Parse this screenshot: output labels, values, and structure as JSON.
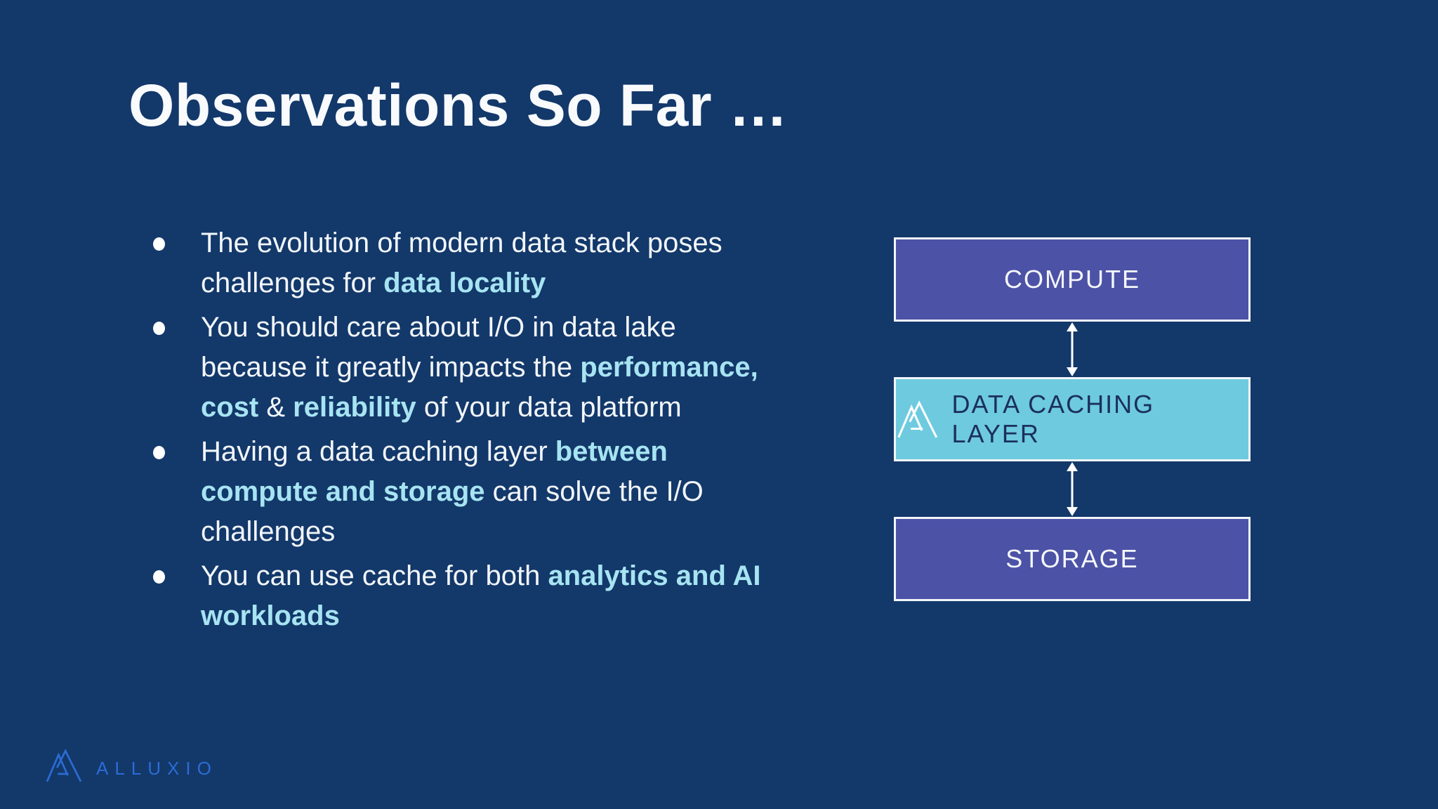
{
  "slide": {
    "title": "Observations So Far …",
    "background_color": "#13386A",
    "text_color": "#F2F6FA",
    "highlight_color": "#A7E4F2"
  },
  "bullets": [
    {
      "segments": [
        {
          "text": "The evolution of modern data stack poses challenges for ",
          "highlight": false
        },
        {
          "text": "data locality",
          "highlight": true
        }
      ]
    },
    {
      "segments": [
        {
          "text": "You should care about I/O in data lake because it greatly impacts the ",
          "highlight": false
        },
        {
          "text": "performance, cost",
          "highlight": true
        },
        {
          "text": " & ",
          "highlight": false
        },
        {
          "text": "reliability",
          "highlight": true
        },
        {
          "text": " of your data platform",
          "highlight": false
        }
      ]
    },
    {
      "segments": [
        {
          "text": "Having a data caching layer ",
          "highlight": false
        },
        {
          "text": "between compute and storage",
          "highlight": true
        },
        {
          "text": " can solve the I/O challenges",
          "highlight": false
        }
      ]
    },
    {
      "segments": [
        {
          "text": "You can use cache for both ",
          "highlight": false
        },
        {
          "text": "analytics and AI workloads",
          "highlight": true
        }
      ]
    }
  ],
  "diagram": {
    "compute_label": "COMPUTE",
    "caching_label": "DATA CACHING LAYER",
    "storage_label": "STORAGE",
    "box_color": "#4C52A6",
    "caching_box_color": "#6ECADF",
    "caching_text_color": "#1B2F5E",
    "border_color": "#F2F5F9",
    "arrow_color": "#FFFFFF",
    "icons": {
      "caching_logo": "alluxio-mark-icon",
      "connector": "double-arrow-icon"
    }
  },
  "footer": {
    "brand": "ALLUXIO",
    "brand_color": "#2B6CD4",
    "logo": "alluxio-mark-icon"
  }
}
